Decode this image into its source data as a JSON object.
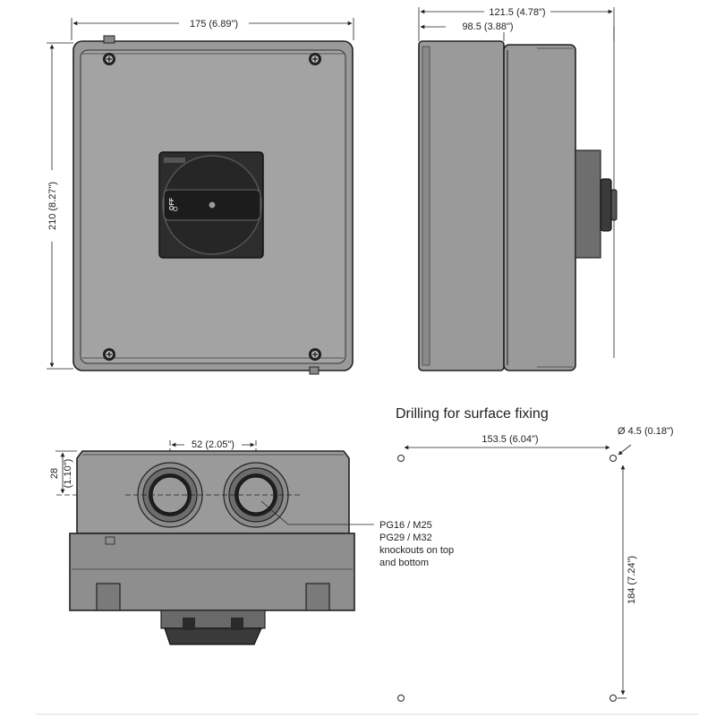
{
  "front_view": {
    "width_label": "175 (6.89\")",
    "height_label": "210 (8.27\")",
    "handle_off_label": "OFF",
    "handle_zero_label": "O"
  },
  "side_view": {
    "total_depth_label": "121.5 (4.78\")",
    "body_depth_label": "98.5 (3.88\")"
  },
  "bottom_view": {
    "spacing_label": "52 (2.05\")",
    "offset_label_top": "28",
    "offset_label_bottom": "(1.10\")",
    "knockout_note": [
      "PG16 / M25",
      "PG29 / M32",
      "knockouts on top",
      "and bottom"
    ]
  },
  "drilling": {
    "title": "Drilling for surface fixing",
    "horizontal_label": "153.5 (6.04\")",
    "vertical_label": "184 (7.24\")",
    "hole_label": "Ø 4.5 (0.18\")"
  },
  "colors": {
    "housing": "#9a9a9a",
    "housing_dark": "#6e6e6e",
    "handle": "#2b2b2b",
    "line": "#222222"
  }
}
